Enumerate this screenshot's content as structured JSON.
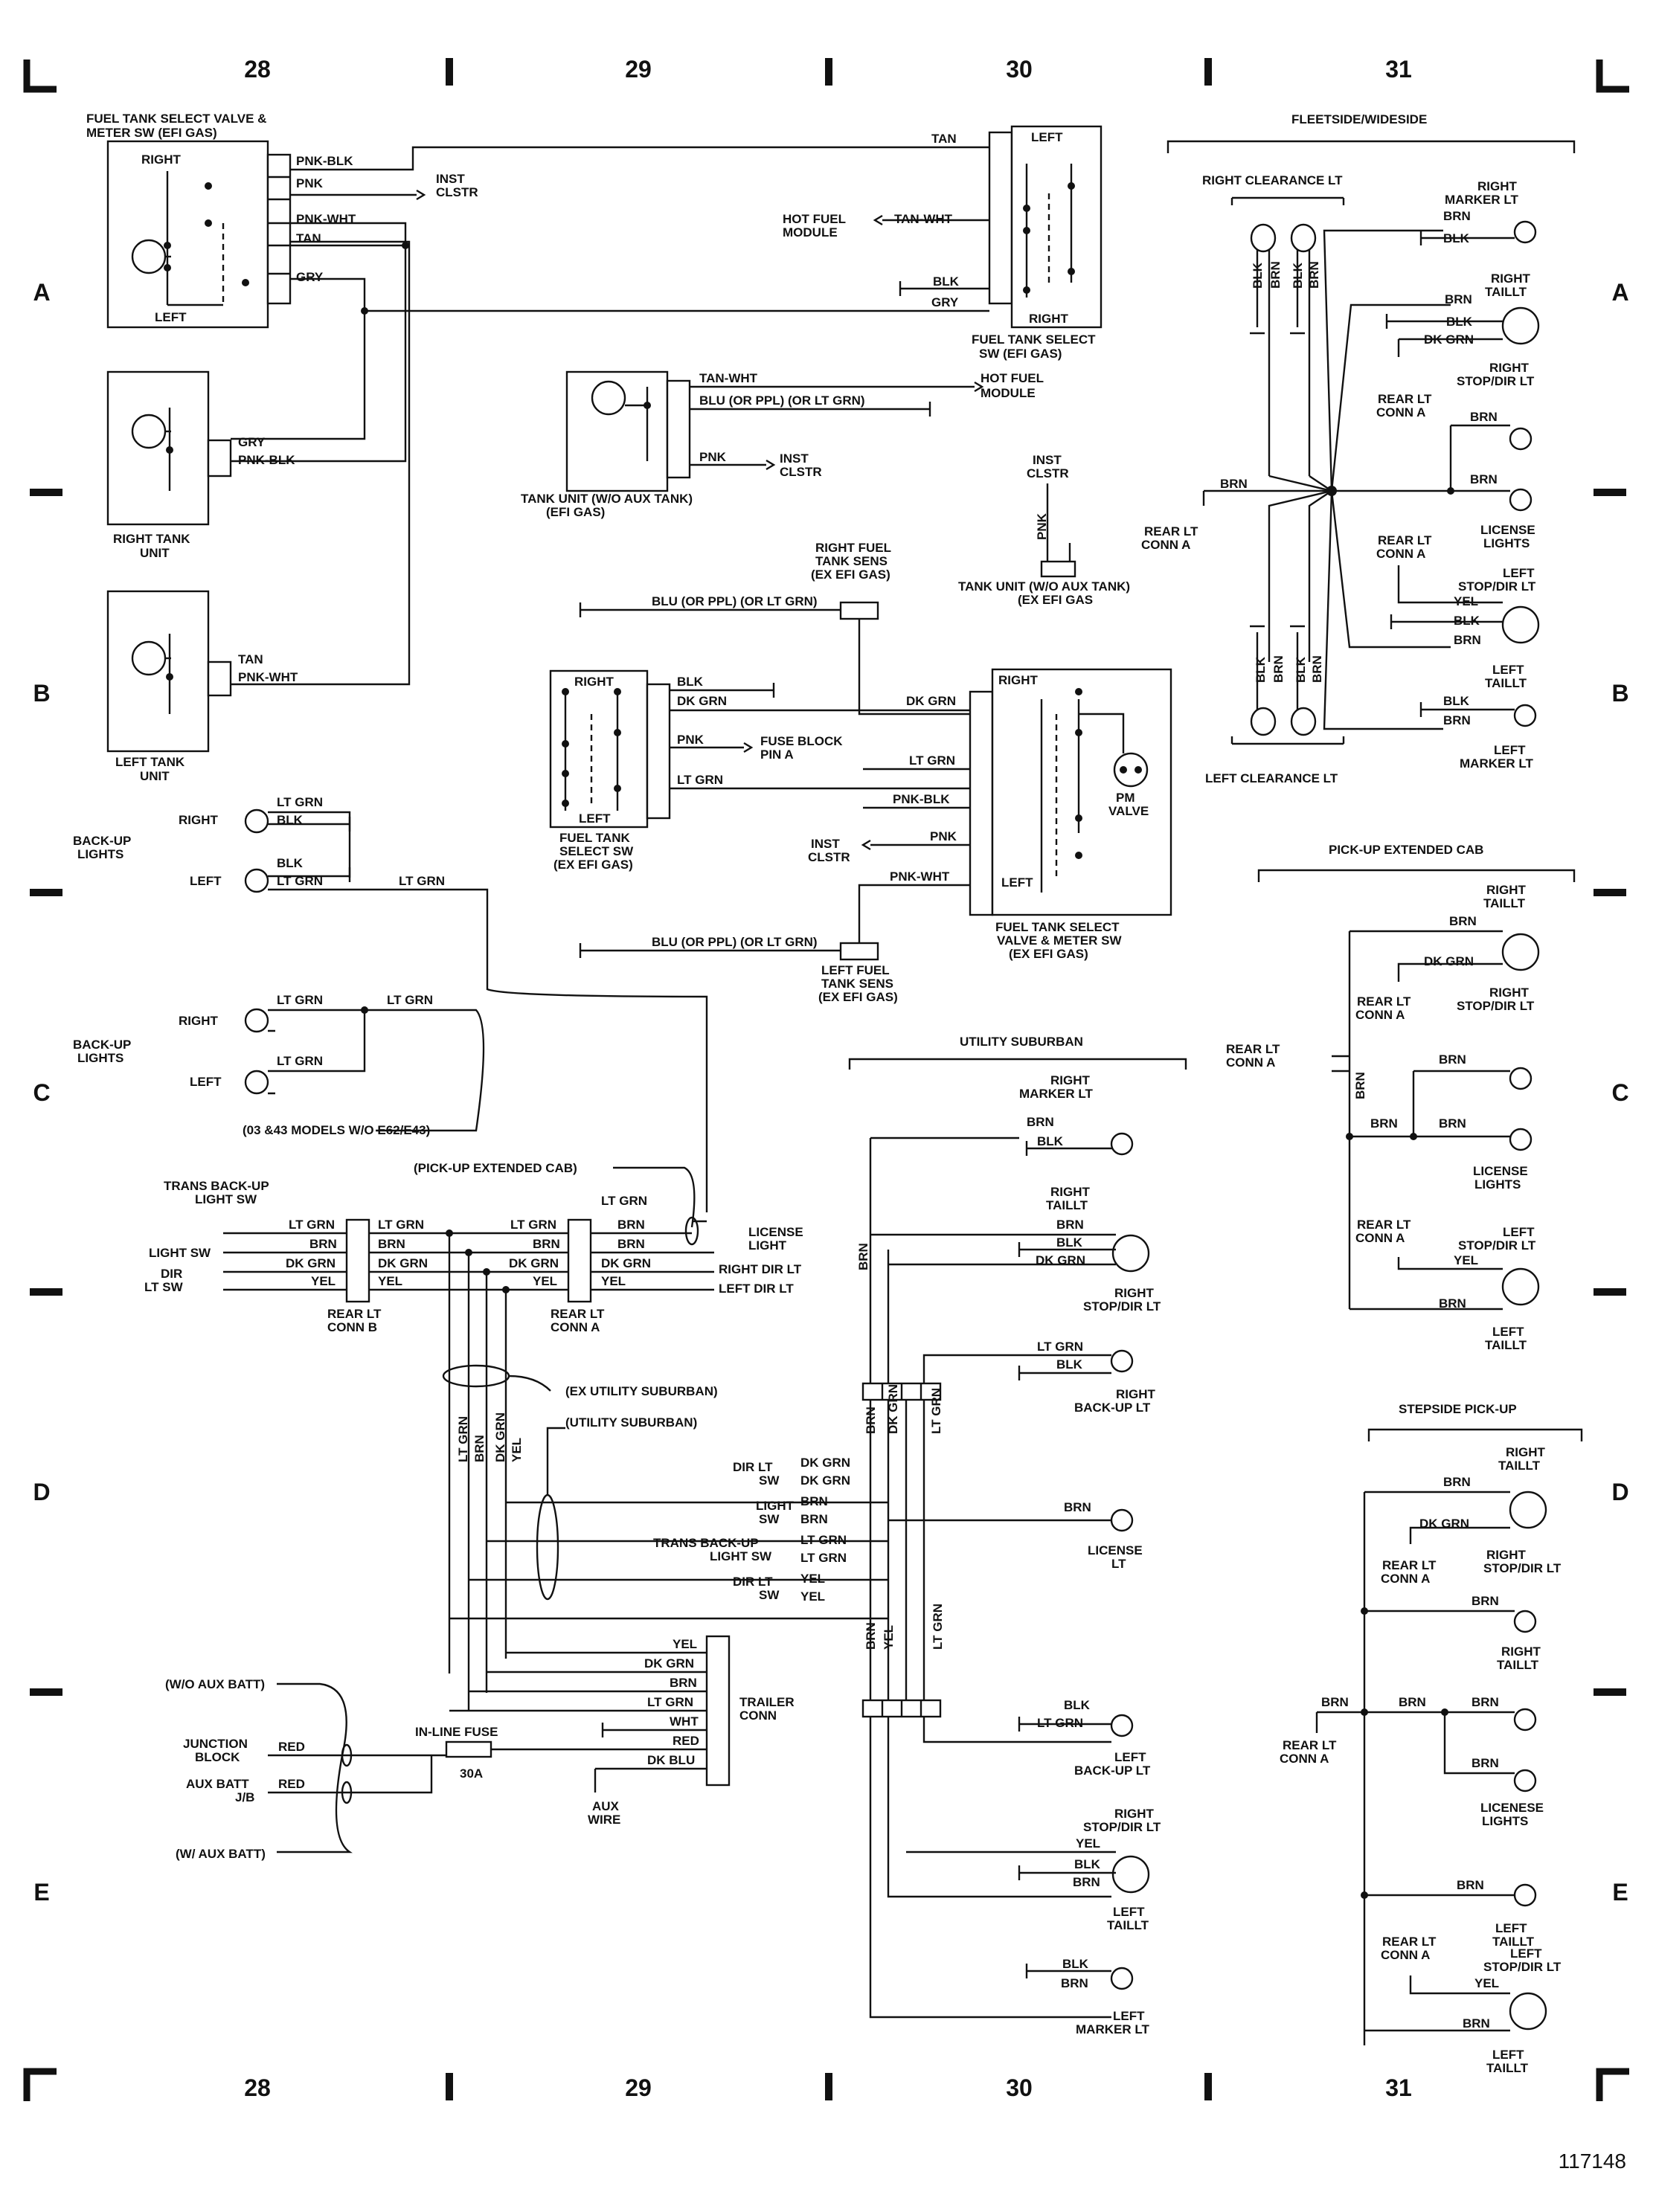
{
  "grid": {
    "columns": [
      "28",
      "29",
      "30",
      "31"
    ],
    "rows": [
      "A",
      "B",
      "C",
      "D",
      "E"
    ],
    "figure_id": "117148"
  },
  "groups": {
    "fleetside": "FLEETSIDE/WIDESIDE",
    "pickup_ext": "PICK-UP EXTENDED CAB",
    "utility": "UTILITY SUBURBAN",
    "stepside": "STEPSIDE PICK-UP"
  },
  "components": {
    "ftsv_efi_1": "FUEL TANK SELECT VALVE &",
    "ftsv_efi_2": "METER SW (EFI GAS)",
    "right": "RIGHT",
    "left": "LEFT",
    "inst_clstr_1": "INST",
    "inst_clstr_2": "CLSTR",
    "hot_fuel_1": "HOT FUEL",
    "hot_fuel_2": "MODULE",
    "fts_sw_efi_1": "FUEL TANK SELECT",
    "fts_sw_efi_2": "SW (EFI GAS)",
    "right_tank_1": "RIGHT TANK",
    "right_tank_2": "UNIT",
    "left_tank_1": "LEFT TANK",
    "left_tank_2": "UNIT",
    "tank_unit_aux_1": "TANK UNIT (W/O AUX TANK)",
    "tank_unit_aux_2": "(EFI GAS)",
    "tank_unit_ex_1": "TANK UNIT (W/O AUX TANK)",
    "tank_unit_ex_2": "(EX EFI GAS",
    "rfts_1": "RIGHT FUEL",
    "rfts_2": "TANK SENS",
    "rfts_3": "(EX EFI GAS)",
    "lfts_1": "LEFT FUEL",
    "lfts_2": "TANK SENS",
    "lfts_3": "(EX EFI GAS)",
    "fuse_block_1": "FUSE BLOCK",
    "fuse_block_2": "PIN A",
    "fts_ex_1": "FUEL TANK",
    "fts_ex_2": "SELECT SW",
    "fts_ex_3": "(EX EFI GAS)",
    "ftsv_ex_1": "FUEL TANK SELECT",
    "ftsv_ex_2": "VALVE & METER SW",
    "ftsv_ex_3": "(EX EFI GAS)",
    "pm_valve_1": "PM",
    "pm_valve_2": "VALVE",
    "backup_1": "BACK-UP",
    "backup_2": "LIGHTS",
    "models_note": "(03 &43 MODELS W/O E62/E43)",
    "pickup_ext_note": "(PICK-UP EXTENDED CAB)",
    "trans_backup_1": "TRANS BACK-UP",
    "trans_backup_2": "LIGHT SW",
    "light_sw": "LIGHT SW",
    "dir_1": "DIR",
    "dir_2": "LT SW",
    "rear_conn_b_1": "REAR LT",
    "rear_conn_b_2": "CONN B",
    "rear_conn_a_1": "REAR LT",
    "rear_conn_a_2": "CONN A",
    "license_light_1": "LICENSE",
    "license_light_2": "LIGHT",
    "right_dir_lt": "RIGHT DIR LT",
    "left_dir_lt": "LEFT DIR LT",
    "ex_utility": "(EX UTILITY SUBURBAN)",
    "utility_note": "(UTILITY SUBURBAN)",
    "dir_lt_sw_1": "DIR LT",
    "dir_lt_sw_2": "SW",
    "light_sw_1": "LIGHT",
    "light_sw_2": "SW",
    "trans_lt_sw_1": "TRANS BACK-UP",
    "trans_lt_sw_2": "LIGHT SW",
    "wo_aux_batt": "(W/O AUX BATT)",
    "w_aux_batt": "(W/ AUX BATT)",
    "junction_1": "JUNCTION",
    "junction_2": "BLOCK",
    "aux_batt_1": "AUX BATT",
    "aux_batt_2": "J/B",
    "inline_fuse": "IN-LINE FUSE",
    "fuse_rating": "30A",
    "trailer_1": "TRAILER",
    "trailer_2": "CONN",
    "aux_wire_1": "AUX",
    "aux_wire_2": "WIRE",
    "right_clearance": "RIGHT CLEARANCE LT",
    "left_clearance": "LEFT CLEARANCE LT",
    "right_marker_1": "RIGHT",
    "right_marker_2": "MARKER LT",
    "right_taillt_1": "RIGHT",
    "right_taillt_2": "TAILLT",
    "right_stop_1": "RIGHT",
    "right_stop_2": "STOP/DIR LT",
    "left_stop_1": "LEFT",
    "left_stop_2": "STOP/DIR LT",
    "left_taillt_1": "LEFT",
    "left_taillt_2": "TAILLT",
    "left_marker_1": "LEFT",
    "left_marker_2": "MARKER LT",
    "license_lights_1": "LICENSE",
    "license_lights_2": "LIGHTS",
    "licenese_lights_1": "LICENESE",
    "license_lt_1": "LICENSE",
    "license_lt_2": "LT",
    "right_backup_1": "RIGHT",
    "right_backup_2": "BACK-UP LT",
    "left_backup_1": "LEFT",
    "left_backup_2": "BACK-UP LT"
  },
  "wires": {
    "pnk_blk": "PNK-BLK",
    "pnk": "PNK",
    "pnk_wht": "PNK-WHT",
    "tan": "TAN",
    "gry": "GRY",
    "tan_wht": "TAN-WHT",
    "blk": "BLK",
    "blu_ppl": "BLU (OR PPL) (OR LT GRN)",
    "dk_grn": "DK GRN",
    "lt_grn": "LT GRN",
    "brn": "BRN",
    "yel": "YEL",
    "red": "RED",
    "wht": "WHT",
    "dk_blu": "DK BLU"
  }
}
